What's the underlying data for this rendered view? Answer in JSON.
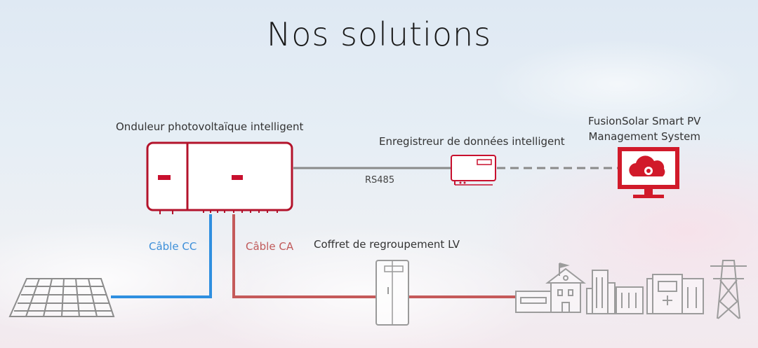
{
  "title": "Nos solutions",
  "labels": {
    "inverter": "Onduleur photovoltaïque intelligent",
    "logger": "Enregistreur de données intelligent",
    "fusion_line1": "FusionSolar Smart PV",
    "fusion_line2": "Management System",
    "rs485": "RS485",
    "dc_cable": "Câble CC",
    "ac_cable": "Câble CA",
    "lv_box": "Coffret de regroupement LV"
  },
  "colors": {
    "brand_red": "#c8102e",
    "dc_blue": "#2f8fe0",
    "ac_red": "#c55a5a",
    "link_gray": "#8a8a8a",
    "outline_gray": "#9a9a9a"
  },
  "icons": [
    "solar-panel-icon",
    "inverter-icon",
    "data-logger-icon",
    "monitor-cloud-icon",
    "lv-box-icon",
    "buildings-icon",
    "pylon-icon"
  ]
}
